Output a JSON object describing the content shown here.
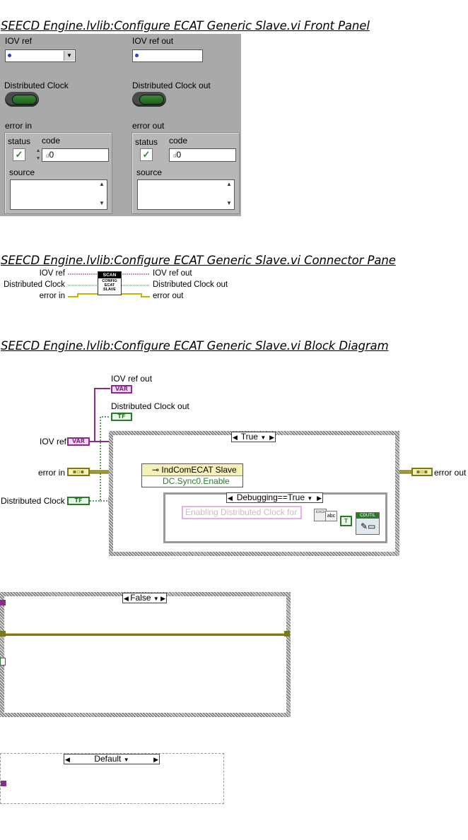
{
  "headings": {
    "front_panel": "SEECD Engine.lvlib:Configure ECAT Generic Slave.vi Front Panel",
    "connector_pane": "SEECD Engine.lvlib:Configure ECAT Generic Slave.vi Connector Pane",
    "block_diagram": "SEECD Engine.lvlib:Configure ECAT Generic Slave.vi Block Diagram"
  },
  "front_panel": {
    "iov_ref": "IOV ref",
    "iov_ref_out": "IOV ref out",
    "distributed_clock": "Distributed Clock",
    "distributed_clock_out": "Distributed Clock out",
    "error_in": {
      "label": "error in",
      "status_label": "status",
      "code_label": "code",
      "code_value": "0",
      "source_label": "source",
      "code_prefix": "d"
    },
    "error_out": {
      "label": "error out",
      "status_label": "status",
      "code_label": "code",
      "code_value": "0",
      "source_label": "source",
      "code_prefix": "d"
    }
  },
  "connector_pane": {
    "left_terminals": [
      "IOV ref",
      "Distributed Clock",
      "error in"
    ],
    "right_terminals": [
      "IOV ref out",
      "Distributed Clock out",
      "error out"
    ],
    "icon_lines": [
      "SCAN",
      "CONFIG",
      "ECAT",
      "SLAVE"
    ]
  },
  "block_diagram": {
    "iov_ref_out_label": "IOV ref out",
    "distributed_clock_out_label": "Distributed Clock out",
    "iov_ref_label": "IOV ref",
    "error_in_label": "error in",
    "distributed_clock_label": "Distributed Clock",
    "error_out_label": "error out",
    "var_terminal": "VAR",
    "tf_terminal": "TF",
    "case_true": "True",
    "node_title": "IndComECAT Slave",
    "node_property": "DC.Sync0.Enable",
    "inner_case": "Debugging==True",
    "string_constant": "Enabling Distributed Clock for",
    "util_label": "CDUTIL",
    "bool_const": "T",
    "case_false": "False",
    "case_default": "Default"
  }
}
